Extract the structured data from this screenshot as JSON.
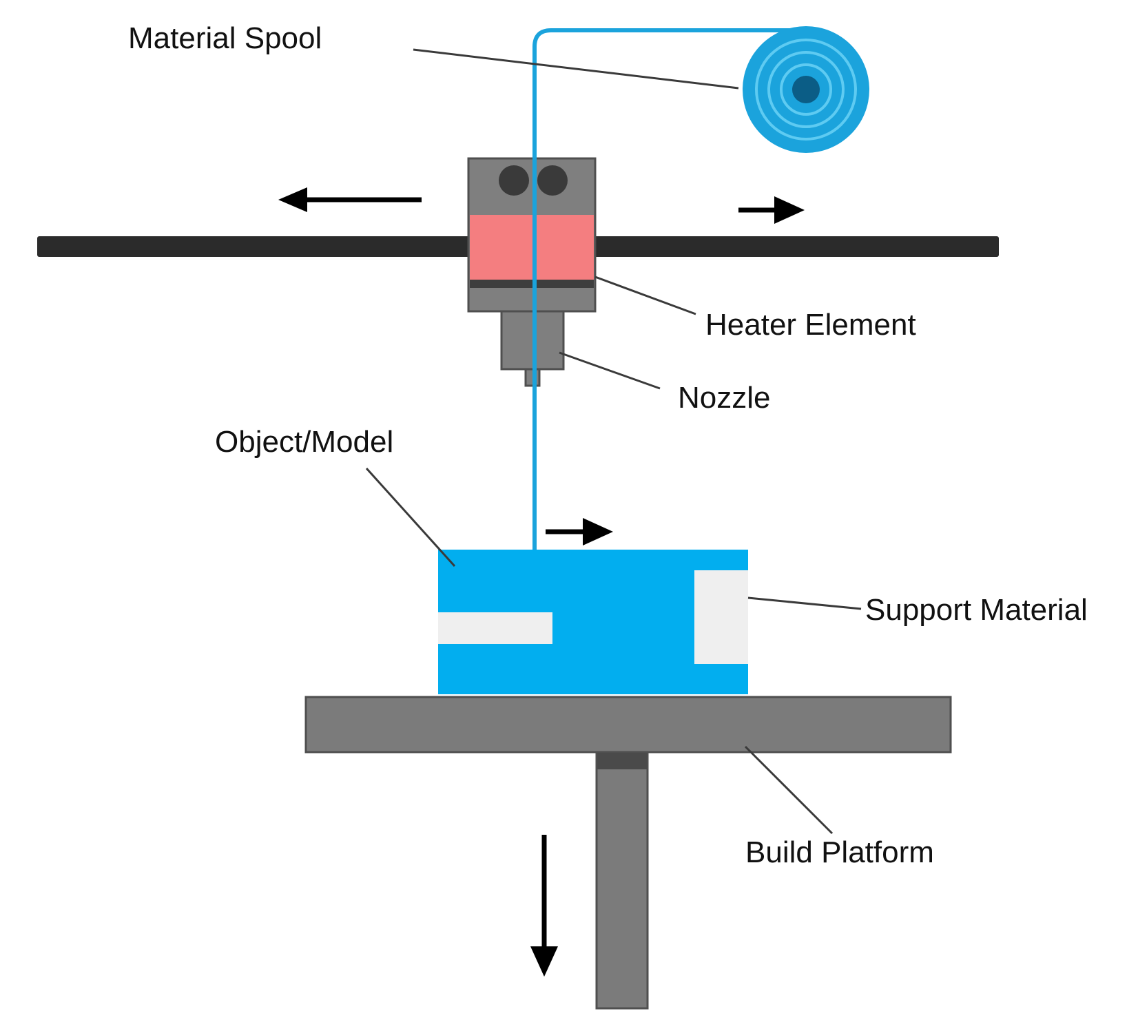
{
  "labels": {
    "material_spool": "Material Spool",
    "heater_element": "Heater Element",
    "nozzle": "Nozzle",
    "object_model": "Object/Model",
    "support_material": "Support Material",
    "build_platform": "Build Platform"
  },
  "colors": {
    "filament": "#1ba3dc",
    "model": "#02aeef",
    "support": "#efefef",
    "heater": "#f47e80",
    "extruder_body": "#7f7f7f",
    "platform": "#7b7b7b",
    "rail": "#2b2b2b",
    "spool_core": "#0b5d86"
  },
  "icons": {
    "arrow_left": "arrow-left-icon",
    "arrow_right_head": "arrow-right-icon",
    "arrow_right_model": "arrow-right-icon",
    "arrow_down_platform": "arrow-down-icon"
  }
}
